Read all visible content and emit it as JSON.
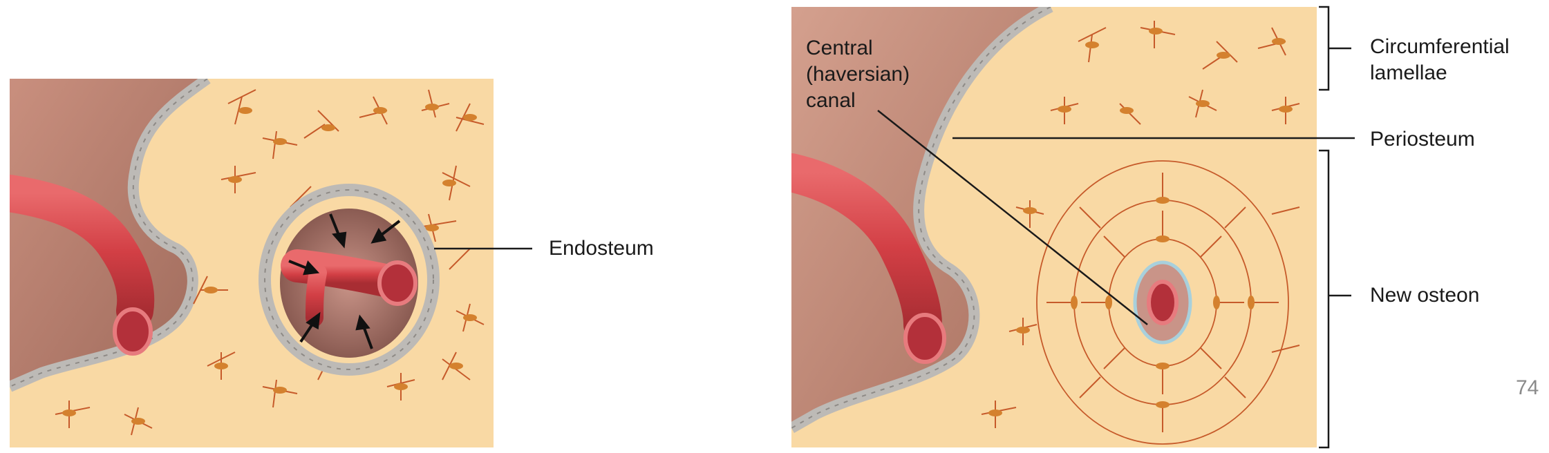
{
  "labels": {
    "endosteum": "Endosteum",
    "central_canal_line1": "Central",
    "central_canal_line2": "(haversian)",
    "central_canal_line3": "canal",
    "circumferential_line1": "Circumferential",
    "circumferential_line2": "lamellae",
    "periosteum": "Periosteum",
    "new_osteon": "New osteon"
  },
  "page_number": "74",
  "colors": {
    "bone_matrix": "#f9d9a4",
    "canaliculi": "#c65a2a",
    "vessel": "#d7474c",
    "cavity": "#b97a6a",
    "membrane": "#c9c6c2"
  }
}
